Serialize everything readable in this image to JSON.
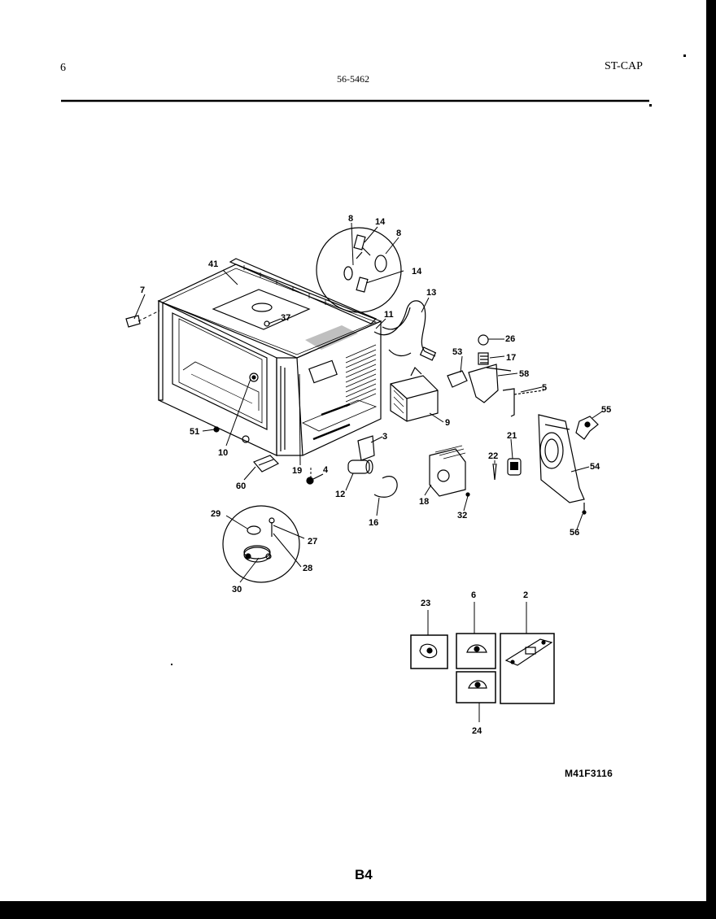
{
  "header": {
    "page_number": "6",
    "part_number": "56-5462",
    "section_code": "ST-CAP"
  },
  "diagram": {
    "callouts": [
      "8",
      "14",
      "8",
      "14",
      "41",
      "7",
      "37",
      "13",
      "11",
      "26",
      "53",
      "17",
      "58",
      "5",
      "55",
      "9",
      "51",
      "10",
      "3",
      "21",
      "54",
      "22",
      "19",
      "4",
      "60",
      "12",
      "16",
      "18",
      "32",
      "56",
      "29",
      "27",
      "28",
      "30",
      "23",
      "6",
      "2",
      "24"
    ],
    "model_code": "M41F3116",
    "page_code": "B4"
  }
}
